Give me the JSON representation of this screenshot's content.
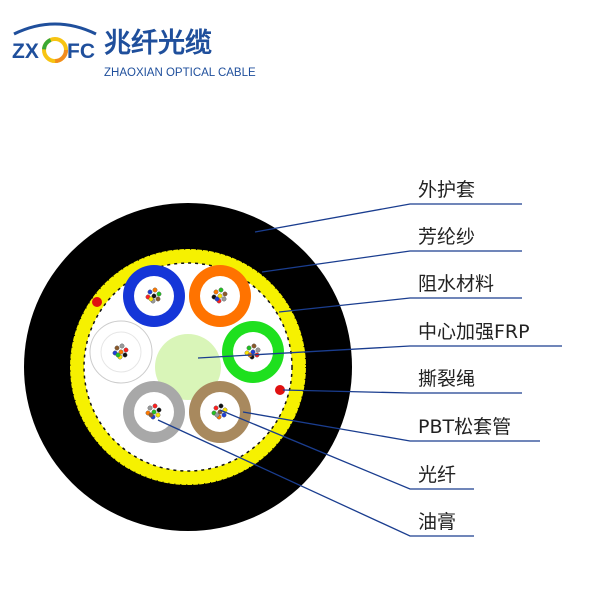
{
  "brand": {
    "logo_text": "ZXOFC",
    "name_cn": "兆纤光缆",
    "name_en": "ZHAOXIAN OPTICAL CABLE",
    "colors": {
      "blue": "#1f4f9c",
      "orange": "#f28c1e",
      "green": "#3aa935",
      "yellow": "#f7c412"
    }
  },
  "labels": [
    {
      "id": "outer-sheath",
      "text": "外护套"
    },
    {
      "id": "aramid-yarn",
      "text": "芳纶纱"
    },
    {
      "id": "water-blocking",
      "text": "阻水材料"
    },
    {
      "id": "central-frp",
      "text": "中心加强FRP"
    },
    {
      "id": "ripcord",
      "text": "撕裂绳"
    },
    {
      "id": "pbt-tube",
      "text": "PBT松套管"
    },
    {
      "id": "optical-fiber",
      "text": "光纤"
    },
    {
      "id": "gel",
      "text": "油膏"
    }
  ],
  "colors": {
    "sheath": "#000000",
    "yarn": "#f6f100",
    "leader_line": "#1a3d8f",
    "tube_blue": "#1536d8",
    "tube_orange": "#ff7300",
    "tube_green": "#1ee01e",
    "tube_white": "#ffffff",
    "tube_gray": "#a8a8a8",
    "tube_brown": "#a8895e",
    "frp": "#d9f5b8",
    "ripcord": "#e01010"
  }
}
